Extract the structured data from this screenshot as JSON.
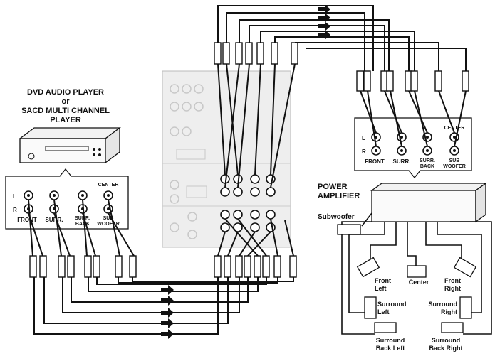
{
  "player": {
    "title_line1": "DVD AUDIO PLAYER",
    "title_line2": "or",
    "title_line3": "SACD MULTI CHANNEL",
    "title_line4": "PLAYER"
  },
  "player_panel": {
    "l": "L",
    "r": "R",
    "front": "FRONT",
    "surr": "SURR.",
    "surr_back_1": "SURR.",
    "surr_back_2": "BACK",
    "center": "CENTER",
    "sub_1": "SUB",
    "sub_2": "WOOFER"
  },
  "amp_panel": {
    "l": "L",
    "r": "R",
    "front": "FRONT",
    "surr": "SURR.",
    "surr_back_1": "SURR.",
    "surr_back_2": "BACK",
    "center": "CENTER",
    "sub_1": "SUB",
    "sub_2": "WOOFER"
  },
  "power_amp": {
    "line1": "POWER",
    "line2": "AMPLIFIER"
  },
  "speakers": {
    "subwoofer": "Subwoofer",
    "front_left_1": "Front",
    "front_left_2": "Left",
    "center": "Center",
    "front_right_1": "Front",
    "front_right_2": "Right",
    "surround_left_1": "Surround",
    "surround_left_2": "Left",
    "surround_right_1": "Surround",
    "surround_right_2": "Right",
    "surround_back_left_1": "Surround",
    "surround_back_left_2": "Back Left",
    "surround_back_right_1": "Surround",
    "surround_back_right_2": "Back Right"
  },
  "colors": {
    "line": "#111111",
    "panel": "#ffffff",
    "receiver": "#e9e9e9"
  }
}
